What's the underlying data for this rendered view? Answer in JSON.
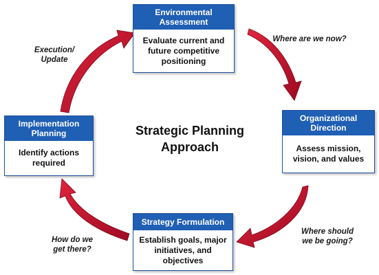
{
  "center": {
    "line1": "Strategic Planning",
    "line2": "Approach"
  },
  "stages": {
    "environmental": {
      "header": "Environmental Assessment",
      "body": "Evaluate current and future competitive positioning"
    },
    "organizational": {
      "header": "Organizational Direction",
      "body": "Assess mission, vision, and values"
    },
    "strategy": {
      "header": "Strategy Formulation",
      "body": "Establish goals, major initiatives, and objectives"
    },
    "implementation": {
      "header": "Implementation Planning",
      "body": "Identify actions required"
    }
  },
  "questions": {
    "where_now": "Where are we now?",
    "where_going_1": "Where should",
    "where_going_2": "we be going?",
    "how_get_1": "How do we",
    "how_get_2": "get there?",
    "execution_1": "Execution/",
    "execution_2": "Update"
  },
  "colors": {
    "header_blue": "#1f5fb4",
    "arrow_red": "#c8102e"
  }
}
